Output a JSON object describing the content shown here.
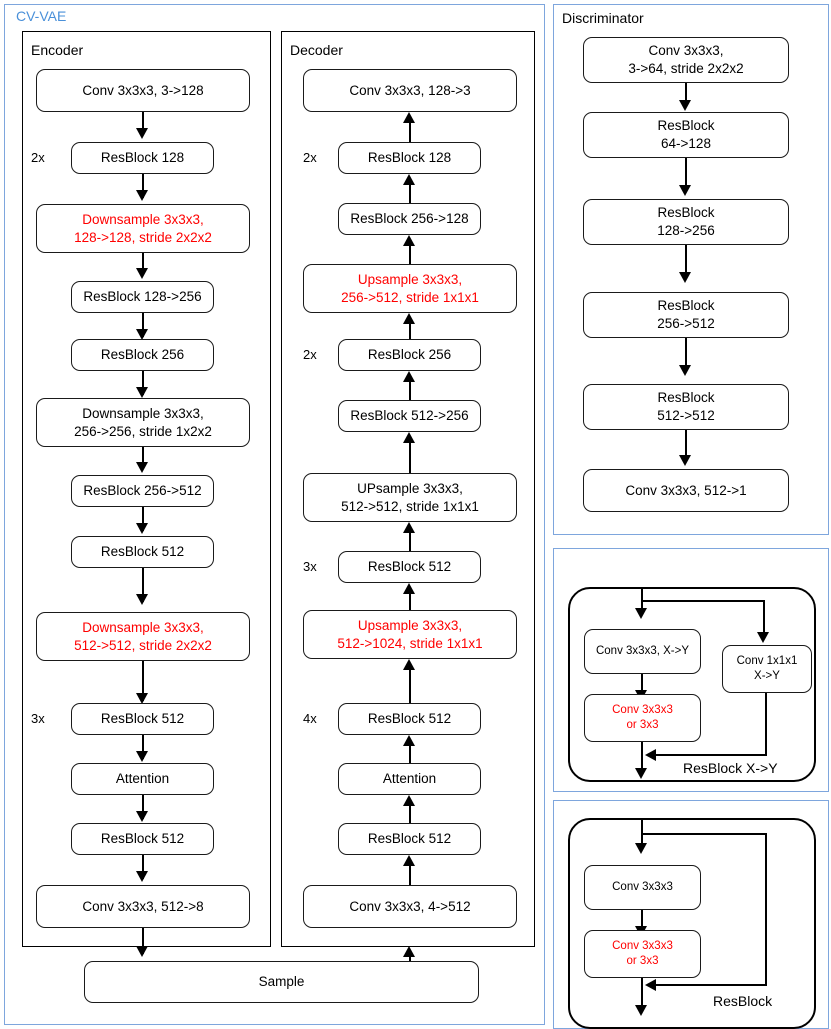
{
  "cvvae": {
    "title": "CV-VAE",
    "accent_color": "#4a90d9",
    "encoder": {
      "title": "Encoder",
      "nodes": [
        {
          "l1": "Conv 3x3x3, 3->128",
          "l2": "",
          "red": false,
          "mult": ""
        },
        {
          "l1": "ResBlock 128",
          "l2": "",
          "red": false,
          "mult": "2x"
        },
        {
          "l1": "Downsample 3x3x3,",
          "l2": "128->128, stride 2x2x2",
          "red": true,
          "mult": ""
        },
        {
          "l1": "ResBlock 128->256",
          "l2": "",
          "red": false,
          "mult": ""
        },
        {
          "l1": "ResBlock 256",
          "l2": "",
          "red": false,
          "mult": ""
        },
        {
          "l1": "Downsample 3x3x3,",
          "l2": "256->256, stride 1x2x2",
          "red": false,
          "mult": ""
        },
        {
          "l1": "ResBlock 256->512",
          "l2": "",
          "red": false,
          "mult": ""
        },
        {
          "l1": "ResBlock 512",
          "l2": "",
          "red": false,
          "mult": ""
        },
        {
          "l1": "Downsample 3x3x3,",
          "l2": "512->512, stride 2x2x2",
          "red": true,
          "mult": ""
        },
        {
          "l1": "ResBlock 512",
          "l2": "",
          "red": false,
          "mult": "3x"
        },
        {
          "l1": "Attention",
          "l2": "",
          "red": false,
          "mult": ""
        },
        {
          "l1": "ResBlock 512",
          "l2": "",
          "red": false,
          "mult": ""
        },
        {
          "l1": "Conv 3x3x3, 512->8",
          "l2": "",
          "red": false,
          "mult": ""
        }
      ]
    },
    "decoder": {
      "title": "Decoder",
      "nodes": [
        {
          "l1": "Conv 3x3x3, 128->3",
          "l2": "",
          "red": false,
          "mult": ""
        },
        {
          "l1": "ResBlock 128",
          "l2": "",
          "red": false,
          "mult": "2x"
        },
        {
          "l1": "ResBlock 256->128",
          "l2": "",
          "red": false,
          "mult": ""
        },
        {
          "l1": "Upsample 3x3x3,",
          "l2": "256->512, stride 1x1x1",
          "red": true,
          "mult": ""
        },
        {
          "l1": "ResBlock 256",
          "l2": "",
          "red": false,
          "mult": "2x"
        },
        {
          "l1": "ResBlock 512->256",
          "l2": "",
          "red": false,
          "mult": ""
        },
        {
          "l1": "UPsample 3x3x3,",
          "l2": "512->512, stride 1x1x1",
          "red": false,
          "mult": ""
        },
        {
          "l1": "ResBlock 512",
          "l2": "",
          "red": false,
          "mult": "3x"
        },
        {
          "l1": "Upsample 3x3x3,",
          "l2": "512->1024, stride 1x1x1",
          "red": true,
          "mult": ""
        },
        {
          "l1": "ResBlock 512",
          "l2": "",
          "red": false,
          "mult": "4x"
        },
        {
          "l1": "Attention",
          "l2": "",
          "red": false,
          "mult": ""
        },
        {
          "l1": "ResBlock 512",
          "l2": "",
          "red": false,
          "mult": ""
        },
        {
          "l1": "Conv 3x3x3, 4->512",
          "l2": "",
          "red": false,
          "mult": ""
        }
      ]
    },
    "sample": {
      "label": "Sample"
    }
  },
  "discriminator": {
    "title": "Discriminator",
    "nodes": [
      {
        "l1": "Conv 3x3x3,",
        "l2": "3->64, stride 2x2x2"
      },
      {
        "l1": "ResBlock",
        "l2": "64->128"
      },
      {
        "l1": "ResBlock",
        "l2": "128->256"
      },
      {
        "l1": "ResBlock",
        "l2": "256->512"
      },
      {
        "l1": "ResBlock",
        "l2": "512->512"
      },
      {
        "l1": "Conv 3x3x3, 512->1",
        "l2": ""
      }
    ]
  },
  "legend_resblock_xy": {
    "label": "ResBlock X->Y",
    "conv_main": {
      "l1": "Conv 3x3x3, X->Y",
      "l2": ""
    },
    "conv_red": {
      "l1": "Conv 3x3x3",
      "l2": "or 3x3"
    },
    "conv_skip": {
      "l1": "Conv 1x1x1",
      "l2": "X->Y"
    }
  },
  "legend_resblock": {
    "label": "ResBlock",
    "conv_main": {
      "l1": "Conv 3x3x3",
      "l2": ""
    },
    "conv_red": {
      "l1": "Conv 3x3x3",
      "l2": "or 3x3"
    }
  }
}
